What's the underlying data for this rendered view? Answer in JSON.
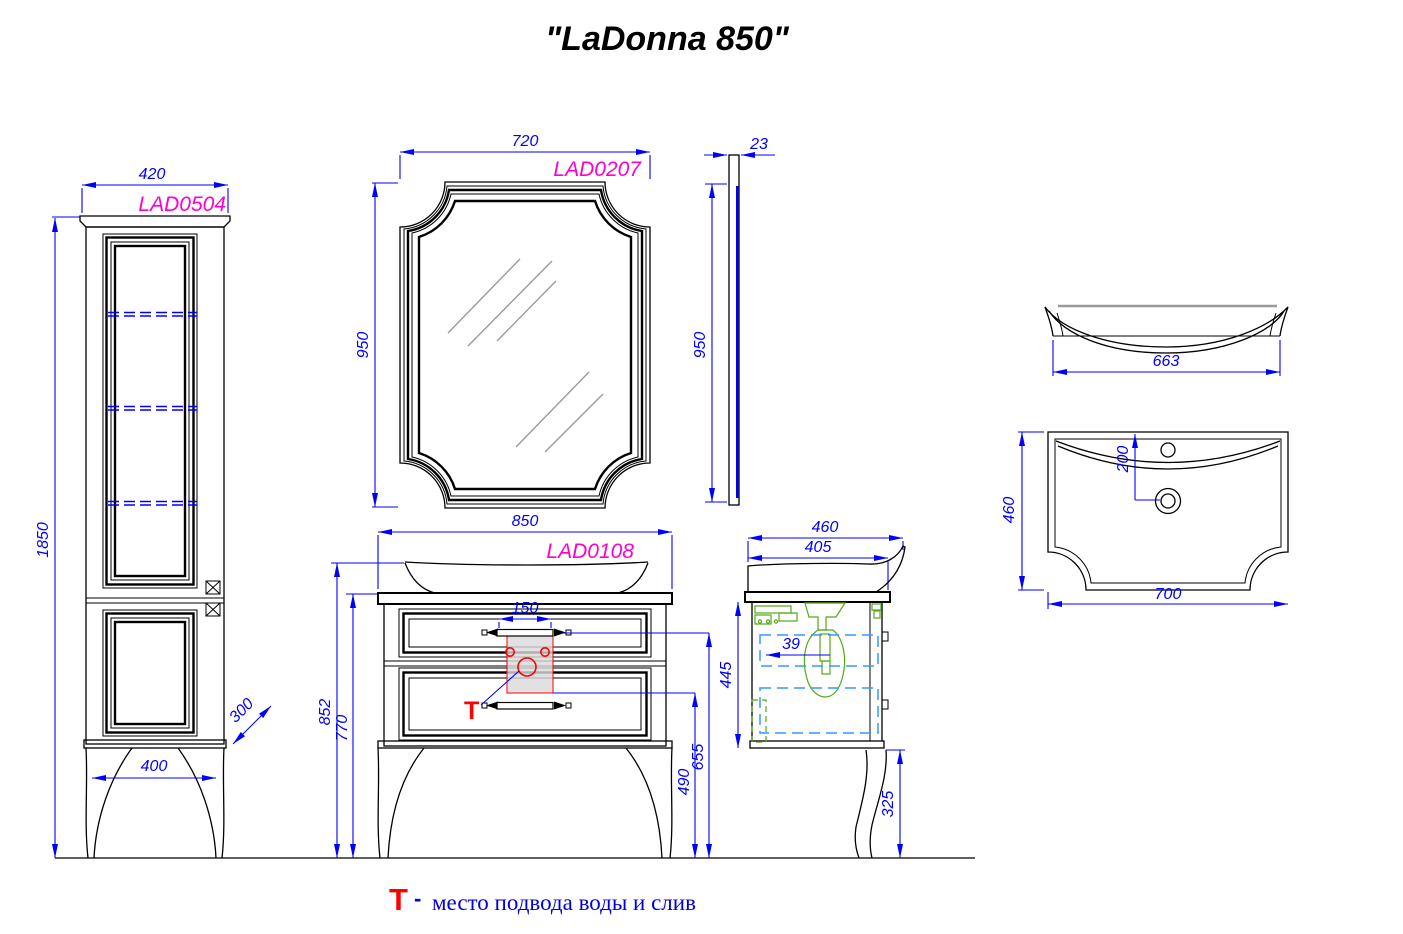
{
  "title": "\"LaDonna 850\"",
  "colors": {
    "dimension": "#0000ff",
    "part_label": "#ff00cc",
    "marker": "#ff0000",
    "hardware": "#55a816",
    "hidden_line": "#3399ff"
  },
  "tall_cabinet": {
    "label": "LAD0504",
    "width": "420",
    "height": "1850",
    "leg_span": "400",
    "depth": "300"
  },
  "mirror_front": {
    "label": "LAD0207",
    "width": "720",
    "height": "950"
  },
  "mirror_side": {
    "thickness": "23",
    "height": "950"
  },
  "vanity_front": {
    "label": "LAD0108",
    "width": "850",
    "handle_width": "150",
    "height_total": "852",
    "height_countertop": "770",
    "height_top_handle": "655",
    "height_drain": "490",
    "water_marker": "Т"
  },
  "vanity_side": {
    "depth": "460",
    "countertop_depth": "405",
    "inner_height": "445",
    "drawer_inset": "39",
    "leg_height": "325"
  },
  "basin_profile": {
    "width": "663"
  },
  "basin_front": {
    "width": "700",
    "depth": "460",
    "drain_offset": "200"
  },
  "legend": {
    "symbol": "Т",
    "separator": "-",
    "description": "место подвода воды и слив"
  }
}
